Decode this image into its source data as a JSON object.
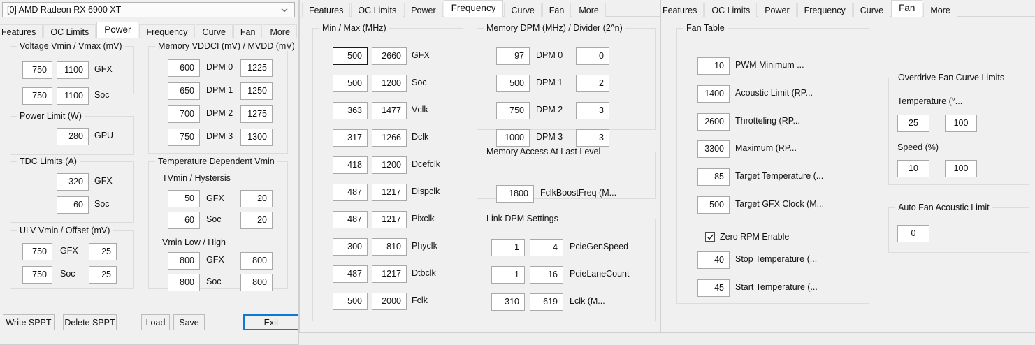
{
  "app": {
    "window_power": {
      "device_combo": {
        "value": "[0] AMD Radeon RX 6900 XT",
        "icon": "chevron-down-icon"
      },
      "tabs": [
        {
          "label": "Features",
          "selected": false
        },
        {
          "label": "OC Limits",
          "selected": false
        },
        {
          "label": "Power",
          "selected": true
        },
        {
          "label": "Frequency",
          "selected": false
        },
        {
          "label": "Curve",
          "selected": false
        },
        {
          "label": "Fan",
          "selected": false
        },
        {
          "label": "More",
          "selected": false
        }
      ],
      "groups": {
        "voltage": {
          "title": "Voltage Vmin / Vmax (mV)",
          "rows": [
            {
              "min": "750",
              "max": "1100",
              "label": "GFX"
            },
            {
              "min": "750",
              "max": "1100",
              "label": "Soc"
            }
          ]
        },
        "power_limit": {
          "title": "Power Limit (W)",
          "rows": [
            {
              "value": "280",
              "label": "GPU"
            }
          ]
        },
        "tdc_limits": {
          "title": "TDC Limits (A)",
          "rows": [
            {
              "value": "320",
              "label": "GFX"
            },
            {
              "value": "60",
              "label": "Soc"
            }
          ]
        },
        "ulv": {
          "title": "ULV Vmin / Offset (mV)",
          "rows": [
            {
              "vmin": "750",
              "label": "GFX",
              "offset": "25"
            },
            {
              "vmin": "750",
              "label": "Soc",
              "offset": "25"
            }
          ]
        },
        "memory_vddci": {
          "title": "Memory VDDCI (mV) / MVDD (mV)",
          "rows": [
            {
              "vddci": "600",
              "label": "DPM 0",
              "mvdd": "1225"
            },
            {
              "vddci": "650",
              "label": "DPM 1",
              "mvdd": "1250"
            },
            {
              "vddci": "700",
              "label": "DPM 2",
              "mvdd": "1275"
            },
            {
              "vddci": "750",
              "label": "DPM 3",
              "mvdd": "1300"
            }
          ]
        },
        "temp_vmin": {
          "title": "Temperature Dependent Vmin",
          "sub1": "TVmin / Hystersis",
          "rows1": [
            {
              "a": "50",
              "label": "GFX",
              "b": "20"
            },
            {
              "a": "60",
              "label": "Soc",
              "b": "20"
            }
          ],
          "sub2": "Vmin Low / High",
          "rows2": [
            {
              "a": "800",
              "label": "GFX",
              "b": "800"
            },
            {
              "a": "800",
              "label": "Soc",
              "b": "800"
            }
          ]
        }
      },
      "buttons": {
        "write_sppt": "Write SPPT",
        "delete_sppt": "Delete SPPT",
        "load": "Load",
        "save": "Save",
        "exit": "Exit"
      }
    },
    "window_frequency": {
      "tabs": [
        {
          "label": "Features",
          "selected": false
        },
        {
          "label": "OC Limits",
          "selected": false
        },
        {
          "label": "Power",
          "selected": false
        },
        {
          "label": "Frequency",
          "selected": true
        },
        {
          "label": "Curve",
          "selected": false
        },
        {
          "label": "Fan",
          "selected": false
        },
        {
          "label": "More",
          "selected": false
        }
      ],
      "groups": {
        "minmax": {
          "title": "Min / Max (MHz)",
          "rows": [
            {
              "min": "500",
              "max": "2660",
              "label": "GFX",
              "focused": true
            },
            {
              "min": "500",
              "max": "1200",
              "label": "Soc",
              "focused": false
            },
            {
              "min": "363",
              "max": "1477",
              "label": "Vclk",
              "focused": false
            },
            {
              "min": "317",
              "max": "1266",
              "label": "Dclk",
              "focused": false
            },
            {
              "min": "418",
              "max": "1200",
              "label": "Dcefclk",
              "focused": false
            },
            {
              "min": "487",
              "max": "1217",
              "label": "Dispclk",
              "focused": false
            },
            {
              "min": "487",
              "max": "1217",
              "label": "Pixclk",
              "focused": false
            },
            {
              "min": "300",
              "max": "810",
              "label": "Phyclk",
              "focused": false
            },
            {
              "min": "487",
              "max": "1217",
              "label": "Dtbclk",
              "focused": false
            },
            {
              "min": "500",
              "max": "2000",
              "label": "Fclk",
              "focused": false
            }
          ]
        },
        "memory_dpm": {
          "title": "Memory DPM (MHz) / Divider (2^n)",
          "rows": [
            {
              "freq": "97",
              "label": "DPM 0",
              "div": "0"
            },
            {
              "freq": "500",
              "label": "DPM 1",
              "div": "2"
            },
            {
              "freq": "750",
              "label": "DPM 2",
              "div": "3"
            },
            {
              "freq": "1000",
              "label": "DPM 3",
              "div": "3"
            }
          ]
        },
        "memory_access": {
          "title": "Memory Access At Last Level",
          "rows": [
            {
              "value": "1800",
              "label": "FclkBoostFreq (M..."
            }
          ]
        },
        "link_dpm": {
          "title": "Link DPM Settings",
          "rows": [
            {
              "min": "1",
              "max": "4",
              "label": "PcieGenSpeed"
            },
            {
              "min": "1",
              "max": "16",
              "label": "PcieLaneCount"
            },
            {
              "min": "310",
              "max": "619",
              "label": "Lclk (M..."
            }
          ]
        }
      }
    },
    "window_fan": {
      "tabs": [
        {
          "label": "Features",
          "selected": false
        },
        {
          "label": "OC Limits",
          "selected": false
        },
        {
          "label": "Power",
          "selected": false
        },
        {
          "label": "Frequency",
          "selected": false
        },
        {
          "label": "Curve",
          "selected": false
        },
        {
          "label": "Fan",
          "selected": true
        },
        {
          "label": "More",
          "selected": false
        }
      ],
      "groups": {
        "fan_table": {
          "title": "Fan Table",
          "rows": [
            {
              "value": "10",
              "label": "PWM Minimum ..."
            },
            {
              "value": "1400",
              "label": "Acoustic Limit (RP..."
            },
            {
              "value": "2600",
              "label": "Throtteling (RP..."
            },
            {
              "value": "3300",
              "label": "Maximum (RP..."
            },
            {
              "value": "85",
              "label": "Target Temperature (..."
            },
            {
              "value": "500",
              "label": "Target GFX Clock (M..."
            }
          ],
          "checkbox": {
            "label": "Zero RPM Enable",
            "checked": true
          },
          "rows_after": [
            {
              "value": "40",
              "label": "Stop Temperature (..."
            },
            {
              "value": "45",
              "label": "Start Temperature (..."
            }
          ]
        },
        "overdrive_limits": {
          "title": "Overdrive Fan Curve Limits",
          "sub1": "Temperature (°...",
          "row1": {
            "min": "25",
            "max": "100"
          },
          "sub2": "Speed (%)",
          "row2": {
            "min": "10",
            "max": "100"
          }
        },
        "auto_fan": {
          "title": "Auto Fan Acoustic Limit",
          "value": "0"
        }
      }
    }
  },
  "colors": {
    "window_bg": "#f0f0f0",
    "desktop_bg": "#eeeeee",
    "field_bg": "#ffffff",
    "accent_focus": "#0a7ad6",
    "group_border": "#dcdcdc"
  }
}
